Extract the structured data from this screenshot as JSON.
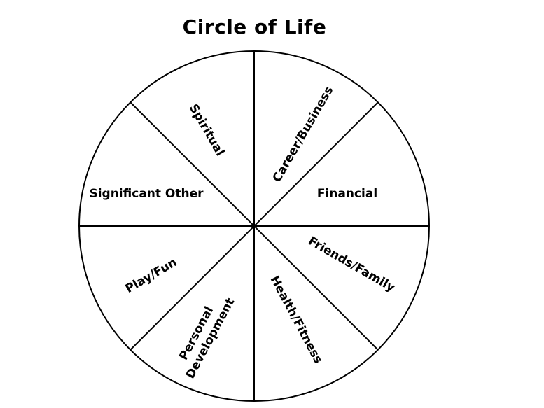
{
  "title": "Circle of Life",
  "colors": {
    "stroke": "#000000",
    "fill": "#ffffff",
    "text": "#000000"
  },
  "segments": {
    "spiritual": "Spiritual",
    "career_business": "Career/Business",
    "financial": "Financial",
    "friends_family": "Friends/Family",
    "health_fitness": "Health/Fitness",
    "personal_development": [
      "Personal",
      "Development"
    ],
    "play_fun": "Play/Fun",
    "significant_other": "Significant Other"
  }
}
